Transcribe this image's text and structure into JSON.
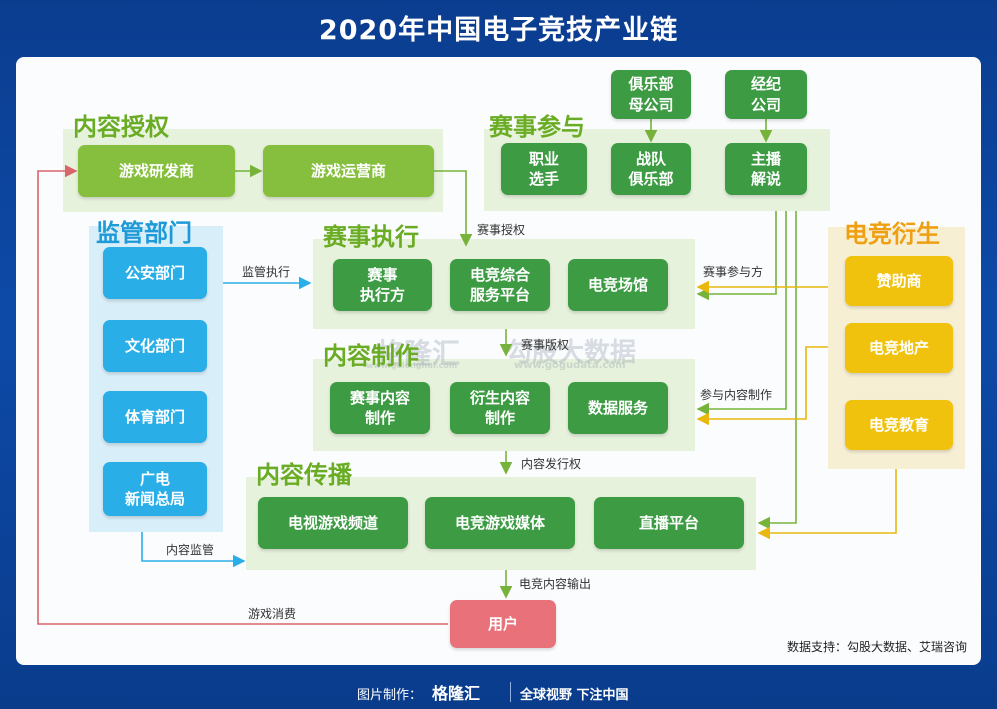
{
  "title": "2020年中国电子竞技产业链",
  "sections": {
    "content_license": "内容授权",
    "supervision": "监管部门",
    "event_execution": "赛事执行",
    "content_production": "内容制作",
    "content_distribution": "内容传播",
    "event_participation": "赛事参与",
    "esports_derivatives": "电竞衍生"
  },
  "boxes": {
    "game_developer": "游戏研发商",
    "game_operator": "游戏运营商",
    "public_security": "公安部门",
    "culture_dept": "文化部门",
    "sports_dept": "体育部门",
    "radio_tv": "广电\n新闻总局",
    "event_executor": "赛事\n执行方",
    "esports_platform": "电竞综合\n服务平台",
    "esports_venue": "电竞场馆",
    "event_content": "赛事内容\n制作",
    "derivative_content": "衍生内容\n制作",
    "data_service": "数据服务",
    "tv_game_channel": "电视游戏频道",
    "esports_media": "电竞游戏媒体",
    "live_platform": "直播平台",
    "pro_players": "职业\n选手",
    "team_club": "战队\n俱乐部",
    "club_parent": "俱乐部\n母公司",
    "agency": "经纪\n公司",
    "anchor_commentary": "主播\n解说",
    "sponsor": "赞助商",
    "esports_realestate": "电竞地产",
    "esports_education": "电竞教育",
    "user": "用户"
  },
  "edge_labels": {
    "event_license": "赛事授权",
    "supervision_exec": "监管执行",
    "event_rights": "赛事版权",
    "content_release": "内容发行权",
    "content_monitor": "内容监管",
    "content_output": "电竞内容输出",
    "game_consumption": "游戏消费",
    "event_participant": "赛事参与方",
    "join_production": "参与内容制作"
  },
  "watermarks": {
    "gelonghui": "格隆汇",
    "gelonghui_url": "www.gelonghui.com",
    "gogudata": "勾股大数据",
    "gogudata_url": "www.gogudata.com"
  },
  "source": "数据支持：勾股大数据、艾瑞咨询",
  "footer": {
    "credit": "图片制作：",
    "logo": "格隆汇",
    "slogan": "全球视野 下注中国"
  },
  "colors": {
    "background": "#0d4aa8",
    "light_green": "#86bf3d",
    "dark_green": "#3d9b44",
    "blue": "#2aaee7",
    "yellow": "#f0c20e",
    "pink": "#e8717a",
    "arrow_red": "#d9646b"
  }
}
